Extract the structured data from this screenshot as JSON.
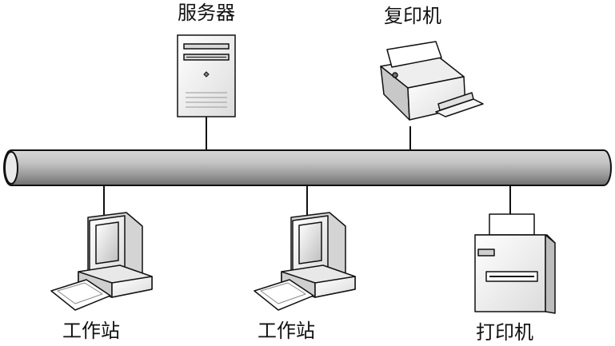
{
  "diagram": {
    "nodes": {
      "server": {
        "label": "服务器",
        "icon": "server-tower-icon"
      },
      "copier": {
        "label": "复印机",
        "icon": "copier-icon"
      },
      "workstation_1": {
        "label": "工作站",
        "icon": "workstation-icon"
      },
      "workstation_2": {
        "label": "工作站",
        "icon": "workstation-icon"
      },
      "printer": {
        "label": "打印机",
        "icon": "printer-icon"
      }
    },
    "bus": {
      "icon": "network-bus-cable"
    },
    "colors": {
      "cable_fill": "#a8a8a8",
      "device_face": "#f2f2f2",
      "device_side": "#bcbcbc",
      "outline": "#111111",
      "text": "#111111"
    }
  }
}
